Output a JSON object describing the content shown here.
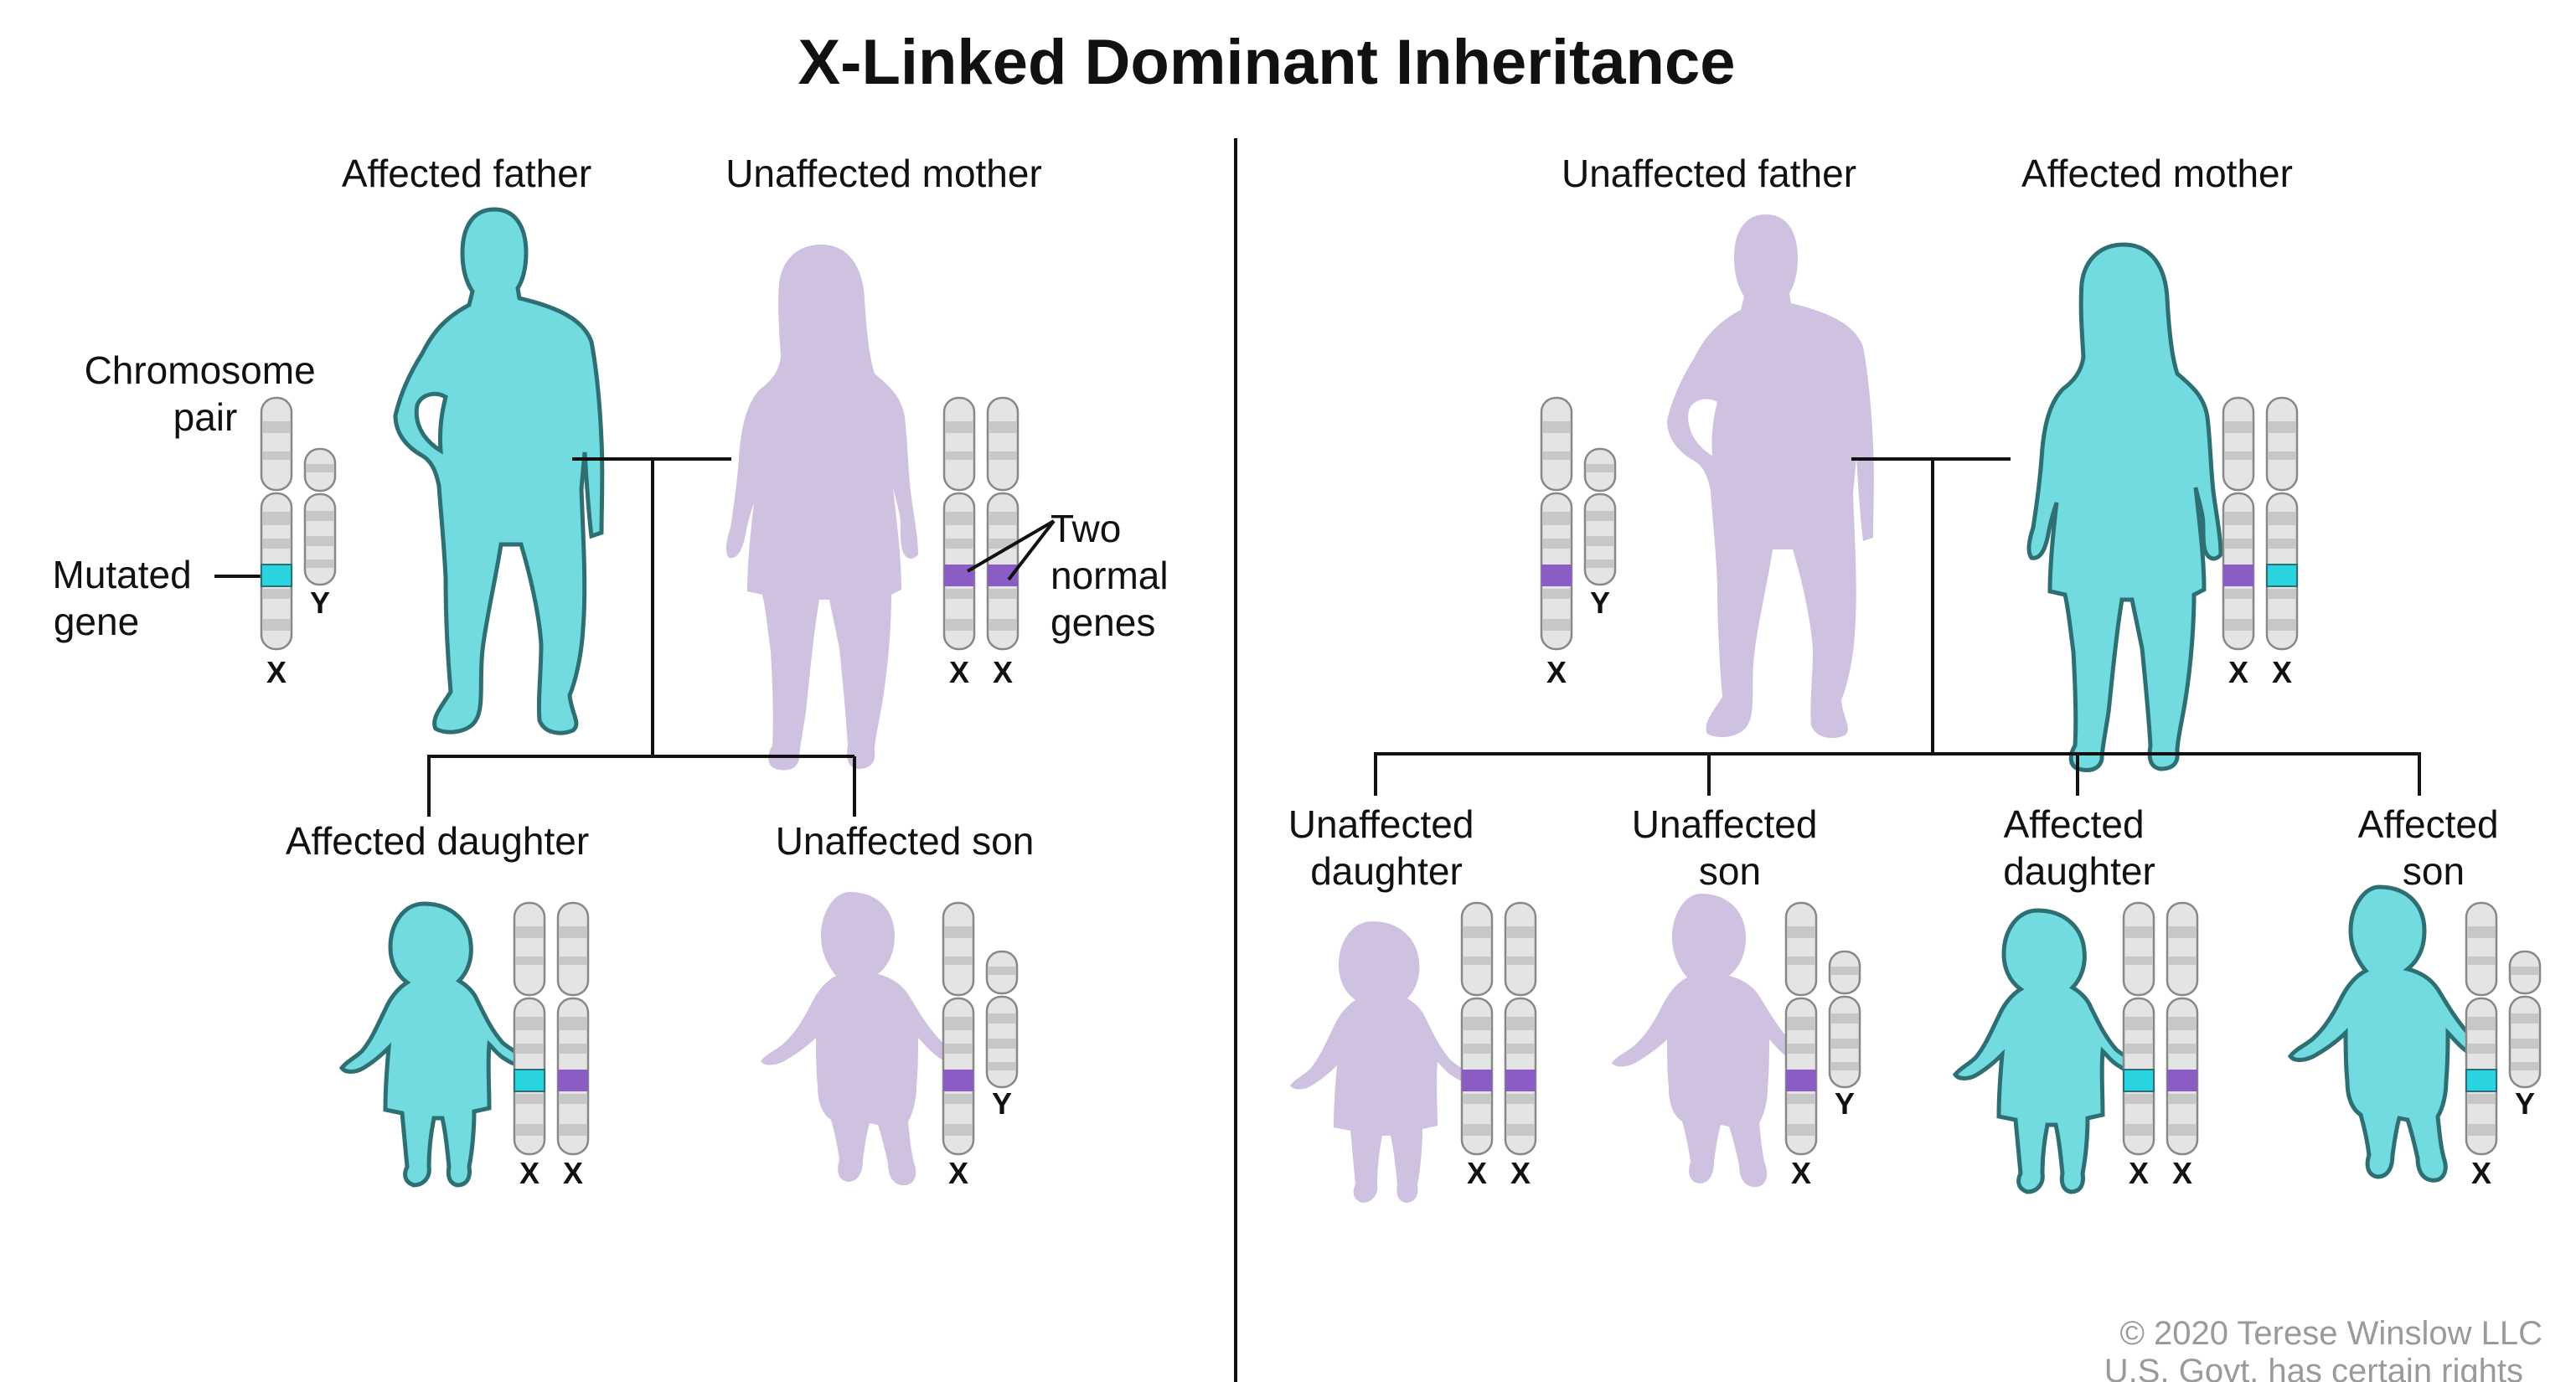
{
  "title": "X-Linked Dominant Inheritance",
  "colors": {
    "affected": "#72dbe0",
    "affected_outline": "#2e6f73",
    "unaffected": "#cfc1e0",
    "normal_gene": "#8a5cc4",
    "mutated_gene": "#2ad3e0"
  },
  "left_panel": {
    "father_label": "Affected father",
    "mother_label": "Unaffected mother",
    "chromosome_pair_label": "Chromosome pair",
    "mutated_gene_label": "Mutated gene",
    "two_normal_genes_label": "Two normal genes",
    "daughter_label": "Affected daughter",
    "son_label": "Unaffected son"
  },
  "right_panel": {
    "father_label": "Unaffected father",
    "mother_label": "Affected mother",
    "child1_label": "Unaffected daughter",
    "child2_label": "Unaffected son",
    "child3_label": "Affected daughter",
    "child4_label": "Affected son"
  },
  "chromosome_letters": {
    "x": "X",
    "y": "Y"
  },
  "copyright": "© 2020 Terese Winslow LLC",
  "rights": "U.S. Govt. has certain rights"
}
